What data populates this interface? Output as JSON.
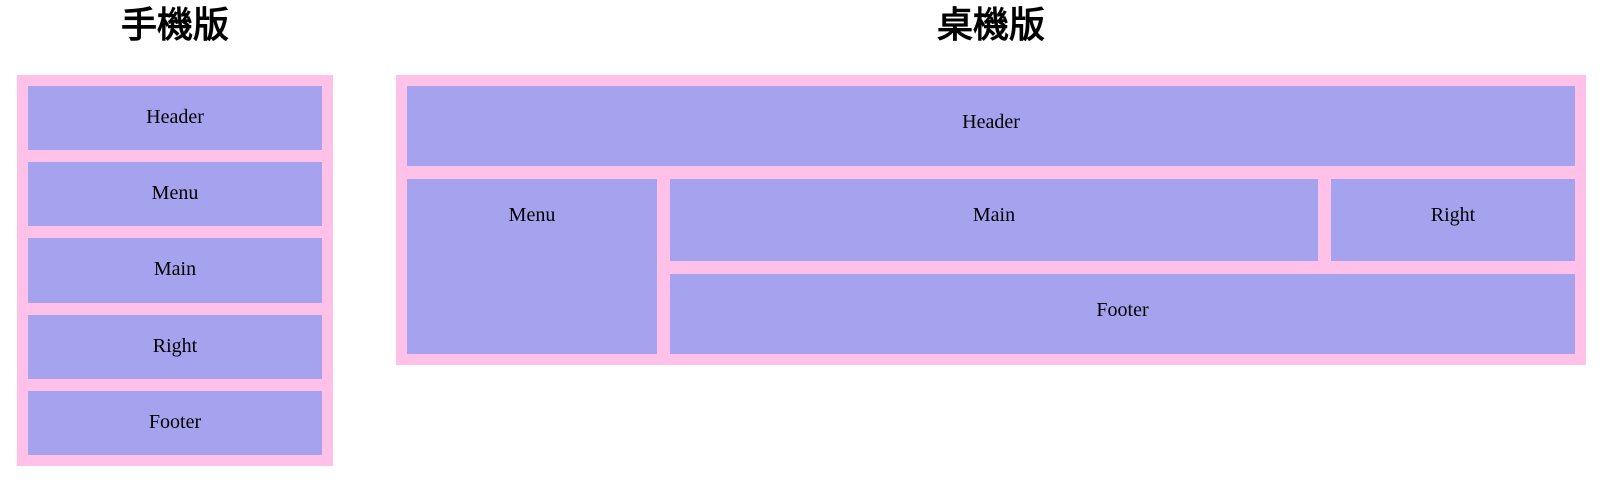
{
  "colors": {
    "page_background": "#ffffff",
    "container_pink": "#ffc1e7",
    "box_purple": "#a5a2ee",
    "text_black": "#000000"
  },
  "mobile": {
    "title": "手機版",
    "boxes": [
      {
        "label": "Header"
      },
      {
        "label": "Menu"
      },
      {
        "label": "Main"
      },
      {
        "label": "Right"
      },
      {
        "label": "Footer"
      }
    ]
  },
  "desktop": {
    "title": "桌機版",
    "boxes": {
      "header": "Header",
      "menu": "Menu",
      "main": "Main",
      "right": "Right",
      "footer": "Footer"
    }
  }
}
